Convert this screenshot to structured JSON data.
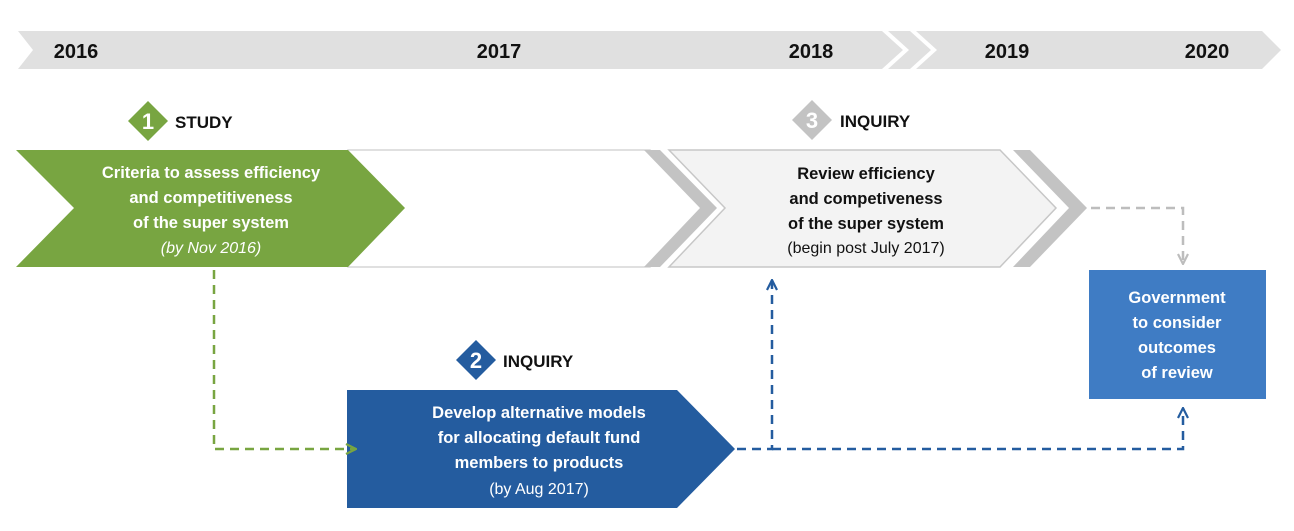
{
  "timeline": {
    "years": [
      "2016",
      "2017",
      "2018",
      "2019",
      "2020"
    ]
  },
  "phase1": {
    "number": "1",
    "label": "STUDY",
    "lines": [
      "Criteria to assess efficiency",
      "and competitiveness",
      "of the super system"
    ],
    "date": "(by Nov 2016)"
  },
  "phase2": {
    "number": "2",
    "label": "INQUIRY",
    "lines": [
      "Develop alternative models",
      "for allocating default fund",
      "members to products"
    ],
    "date": "(by Aug 2017)"
  },
  "phase3": {
    "number": "3",
    "label": "INQUIRY",
    "lines": [
      "Review efficiency",
      "and competiveness",
      "of the super system"
    ],
    "date": "(begin post July 2017)"
  },
  "government": {
    "lines": [
      "Government",
      "to consider",
      "outcomes",
      "of review"
    ]
  },
  "colors": {
    "timeline_band": "#e0e0e0",
    "study_green": "#78a541",
    "inquiry_blue": "#245c9f",
    "review_fill": "#f3f3f3",
    "review_border": "#c7c7c7",
    "badge_gray": "#c3c3c3",
    "government_blue": "#3f7cc4",
    "connector_gray": "#bdbdbd"
  }
}
